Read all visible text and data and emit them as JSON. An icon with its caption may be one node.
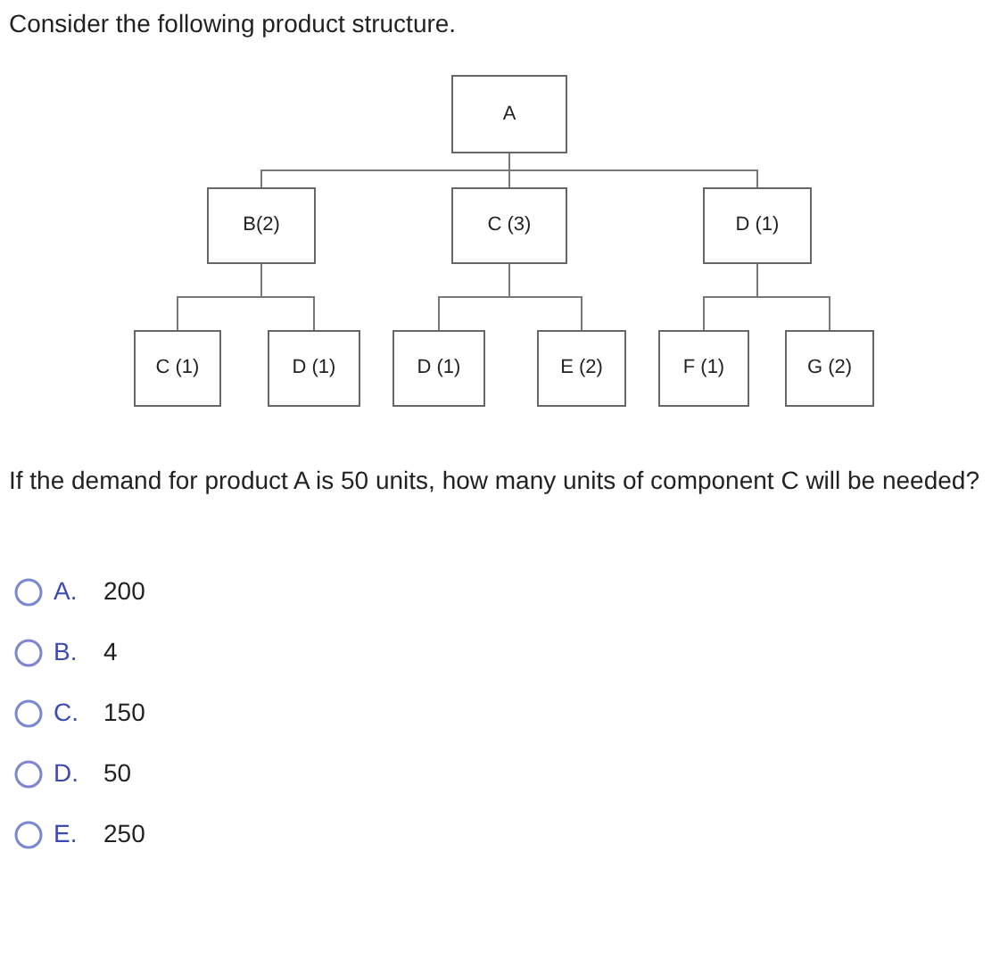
{
  "diagram": {
    "title": "Consider the following product structure.",
    "nodes": [
      {
        "text": [
          "A"
        ]
      },
      {
        "text": [
          "B(2)"
        ]
      },
      {
        "text": [
          "C (3)"
        ]
      },
      {
        "text": [
          "D (1)"
        ]
      },
      {
        "text": [
          "C (1)"
        ]
      },
      {
        "text": [
          "D (1)"
        ]
      },
      {
        "text": [
          "D (1)"
        ]
      },
      {
        "text": [
          "E (2)"
        ]
      },
      {
        "text": [
          "F (1)"
        ]
      },
      {
        "text": [
          "G (2)"
        ]
      }
    ],
    "edges": [
      {
        "from": 0,
        "to": 1,
        "arrow": "none"
      },
      {
        "from": 0,
        "to": 2,
        "arrow": "none"
      },
      {
        "from": 0,
        "to": 3,
        "arrow": "none"
      },
      {
        "from": 1,
        "to": 4,
        "arrow": "none"
      },
      {
        "from": 1,
        "to": 5,
        "arrow": "none"
      },
      {
        "from": 2,
        "to": 6,
        "arrow": "none"
      },
      {
        "from": 2,
        "to": 7,
        "arrow": "none"
      },
      {
        "from": 3,
        "to": 8,
        "arrow": "none"
      },
      {
        "from": 3,
        "to": 9,
        "arrow": "none"
      }
    ],
    "labels": [
      "If the demand for product A is 50 units, how many units of component C will be needed?",
      "A.",
      "200",
      "B.",
      "4",
      "C.",
      "150",
      "D.",
      "50",
      "E.",
      "250"
    ]
  }
}
